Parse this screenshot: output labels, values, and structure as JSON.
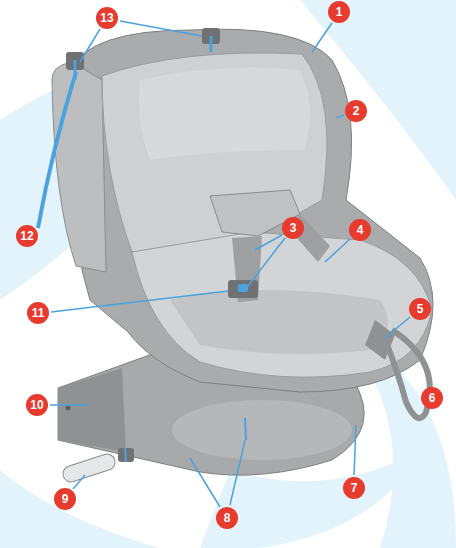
{
  "diagram": {
    "labels": [
      "13",
      "1",
      "2",
      "12",
      "3",
      "4",
      "11",
      "5",
      "10",
      "6",
      "9",
      "7",
      "8"
    ]
  }
}
